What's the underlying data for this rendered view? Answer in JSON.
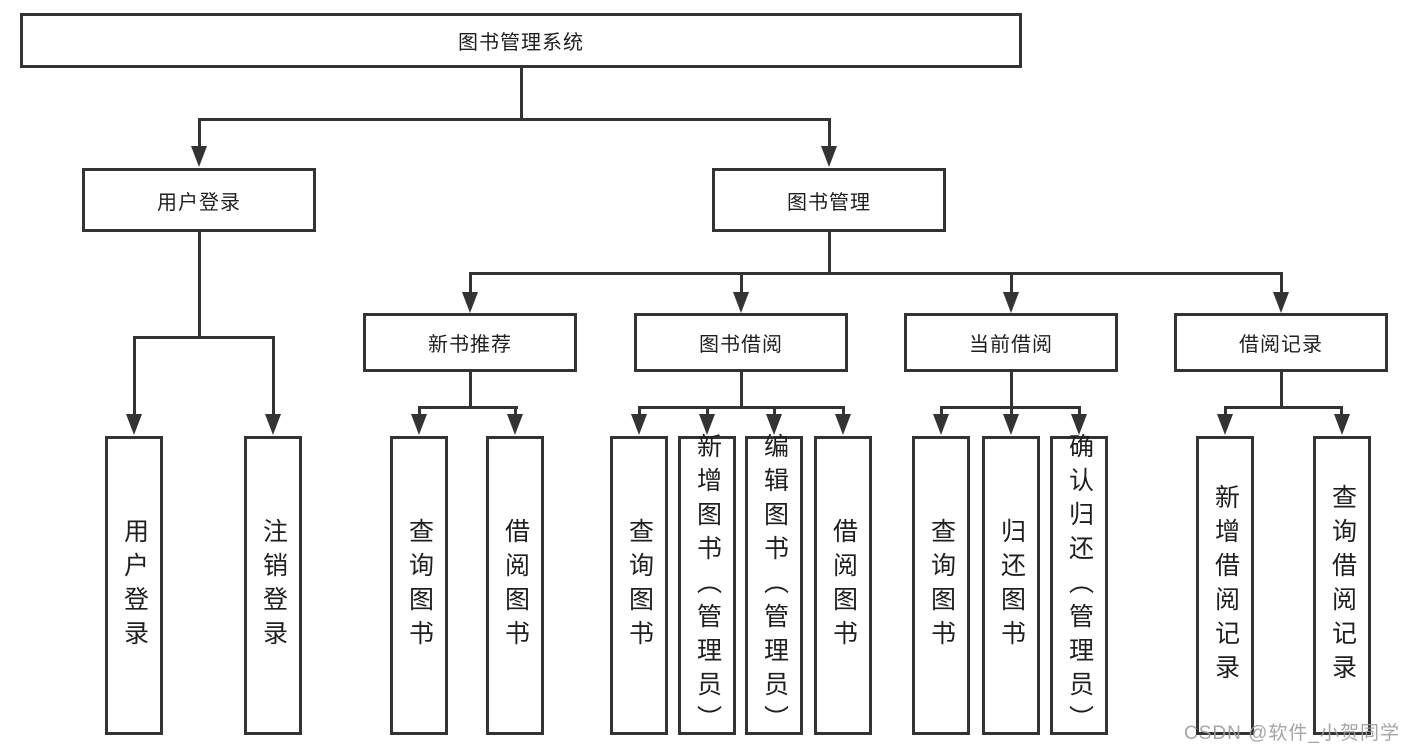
{
  "diagram": {
    "type": "tree",
    "root": {
      "label": "图书管理系统"
    },
    "branches": [
      {
        "label": "用户登录",
        "children": [
          {
            "label": "用户登录"
          },
          {
            "label": "注销登录"
          }
        ]
      },
      {
        "label": "图书管理",
        "children": [
          {
            "label": "新书推荐",
            "children": [
              {
                "label": "查询图书"
              },
              {
                "label": "借阅图书"
              }
            ]
          },
          {
            "label": "图书借阅",
            "children": [
              {
                "label": "查询图书"
              },
              {
                "label": "新增图书（管理员）"
              },
              {
                "label": "编辑图书（管理员）"
              },
              {
                "label": "借阅图书"
              }
            ]
          },
          {
            "label": "当前借阅",
            "children": [
              {
                "label": "查询图书"
              },
              {
                "label": "归还图书"
              },
              {
                "label": "确认归还（管理员）"
              }
            ]
          },
          {
            "label": "借阅记录",
            "children": [
              {
                "label": "新增借阅记录"
              },
              {
                "label": "查询借阅记录"
              }
            ]
          }
        ]
      }
    ]
  },
  "icons": {
    "arrow_down": "▼"
  },
  "watermark": {
    "text": "CSDN @软件_小贺同学"
  },
  "colors": {
    "line": "#333333",
    "box_border": "#333333",
    "text": "#1f1f1f",
    "watermark": "#9c9c9c",
    "background": "#ffffff"
  }
}
